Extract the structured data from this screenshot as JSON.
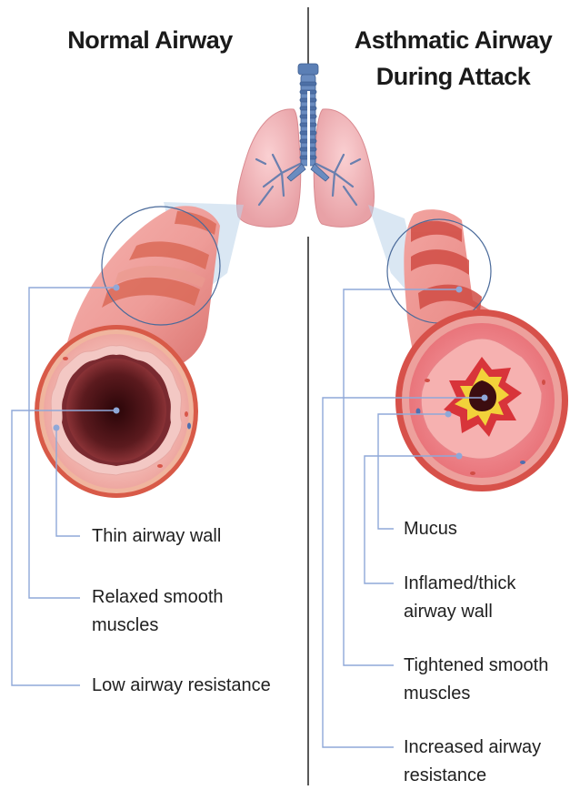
{
  "titles": {
    "normal": "Normal Airway",
    "asthmatic_line1": "Asthmatic Airway",
    "asthmatic_line2": "During Attack"
  },
  "normal_labels": {
    "thin_wall": "Thin airway wall",
    "relaxed_line1": "Relaxed smooth",
    "relaxed_line2": "muscles",
    "low_resistance": "Low airway resistance"
  },
  "asthmatic_labels": {
    "mucus": "Mucus",
    "inflamed_line1": "Inflamed/thick",
    "inflamed_line2": "airway wall",
    "tightened_line1": "Tightened smooth",
    "tightened_line2": "muscles",
    "increased_line1": "Increased airway",
    "increased_line2": "resistance"
  },
  "colors": {
    "leader_line": "#8fa8d8",
    "tissue_pink": "#f0a5a5",
    "muscle_red": "#d9574a",
    "lumen_dark": "#4a1418",
    "mucus_yellow": "#f2d23a",
    "trachea_blue": "#5b7fb5",
    "lung_pink": "#f2b9bd"
  }
}
